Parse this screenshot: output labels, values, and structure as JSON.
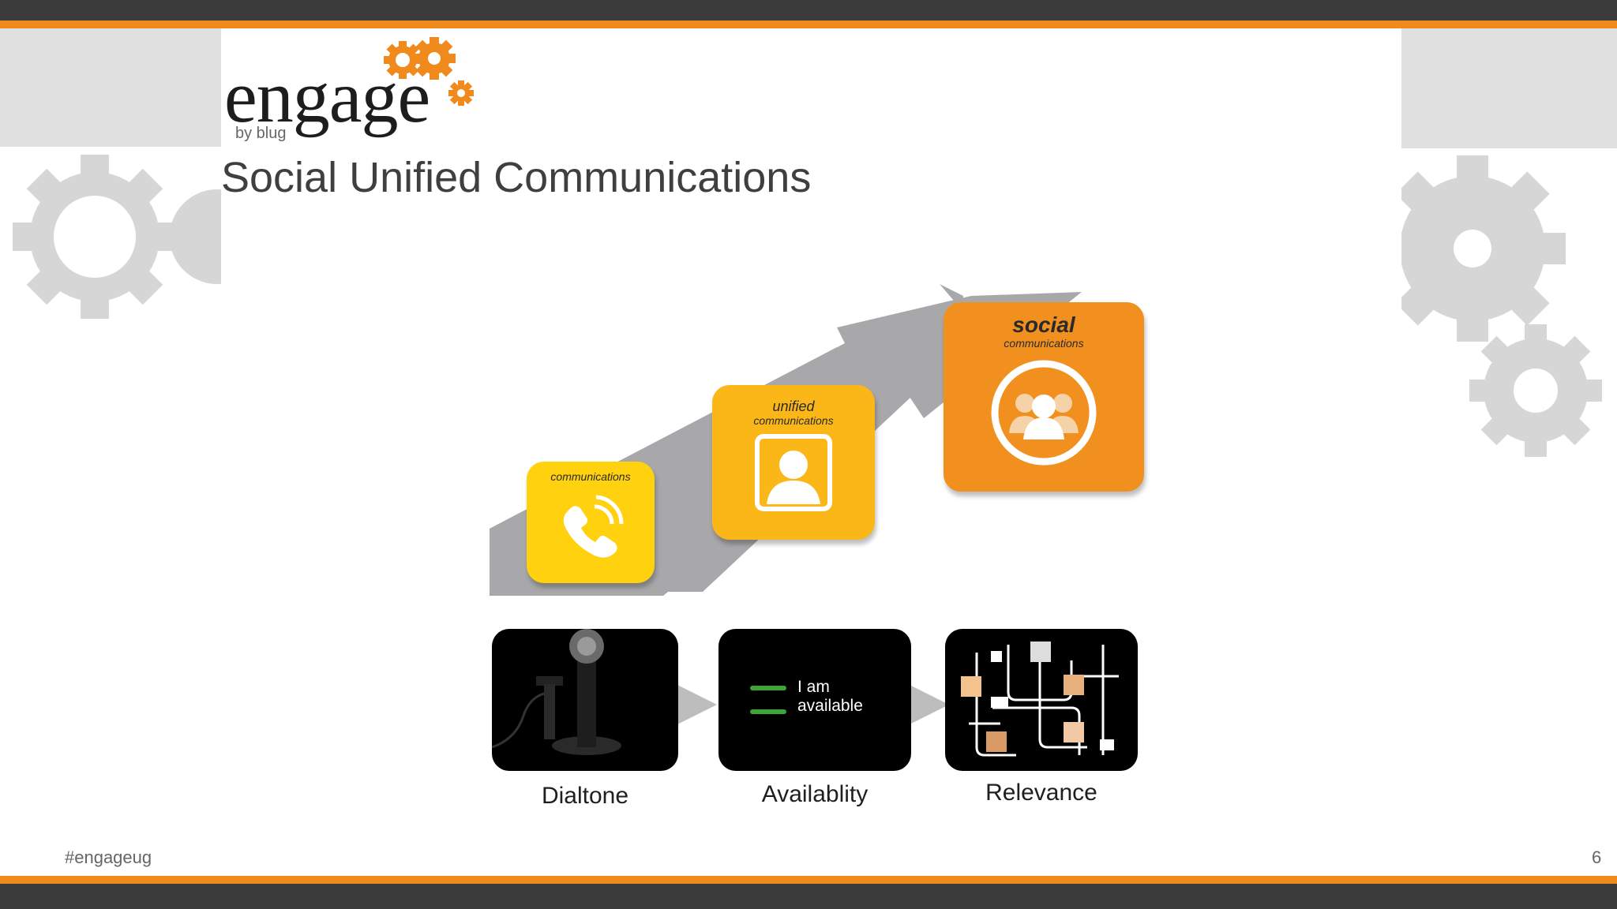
{
  "logo": {
    "word": "engage",
    "sub": "by blug"
  },
  "slide": {
    "title": "Social Unified Communications"
  },
  "steps": [
    {
      "caption": "communications"
    },
    {
      "name": "unified",
      "caption": "communications"
    },
    {
      "name": "social",
      "caption": "communications"
    }
  ],
  "tiles": [
    {
      "label": "Dialtone"
    },
    {
      "label": "Availablity",
      "line1": "I am",
      "line2": "available"
    },
    {
      "label": "Relevance"
    }
  ],
  "footer": {
    "hashtag": "#engageug",
    "page": "6"
  },
  "colors": {
    "accent": "#f08a1c",
    "bar": "#3b3b3b",
    "gear": "#d6d6d6",
    "yellow": "#ffd10f",
    "amber": "#fbb617",
    "orange": "#f2901f"
  },
  "icons": [
    "gear-icon",
    "phone-icon",
    "contact-icon",
    "group-icon",
    "telephone-icon",
    "status-icon",
    "network-icon"
  ]
}
